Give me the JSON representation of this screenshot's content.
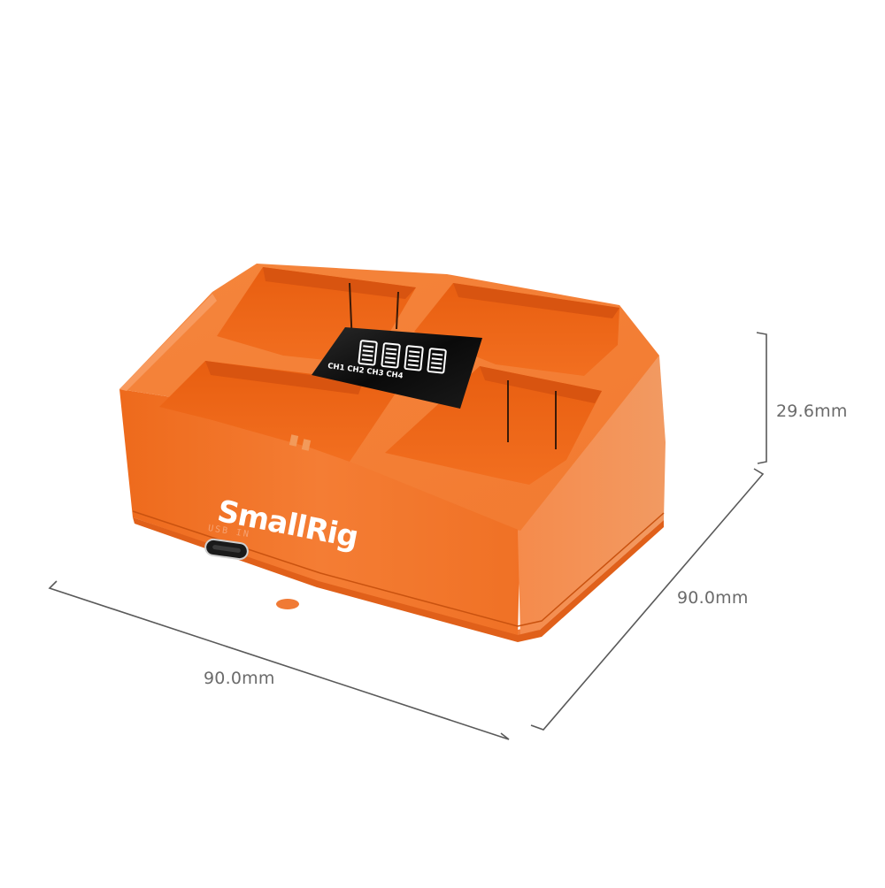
{
  "product": {
    "brand": "SmallRig",
    "port_label": "USB IN",
    "body_color": "#f27224",
    "body_color_light": "#f58a47",
    "body_color_dark": "#e15d12",
    "display_color": "#111111",
    "display": {
      "channels": [
        "CH1",
        "CH2",
        "CH3",
        "CH4"
      ],
      "icon": "battery-level-icon"
    },
    "slots": [
      {
        "label": "CH1"
      },
      {
        "label": "CH2"
      },
      {
        "label": "CH3"
      },
      {
        "label": "CH4"
      }
    ]
  },
  "dimensions": {
    "height": "29.6mm",
    "depth": "90.0mm",
    "width": "90.0mm",
    "line_color": "#5a5a5a",
    "text_color": "#6b6b6b"
  }
}
